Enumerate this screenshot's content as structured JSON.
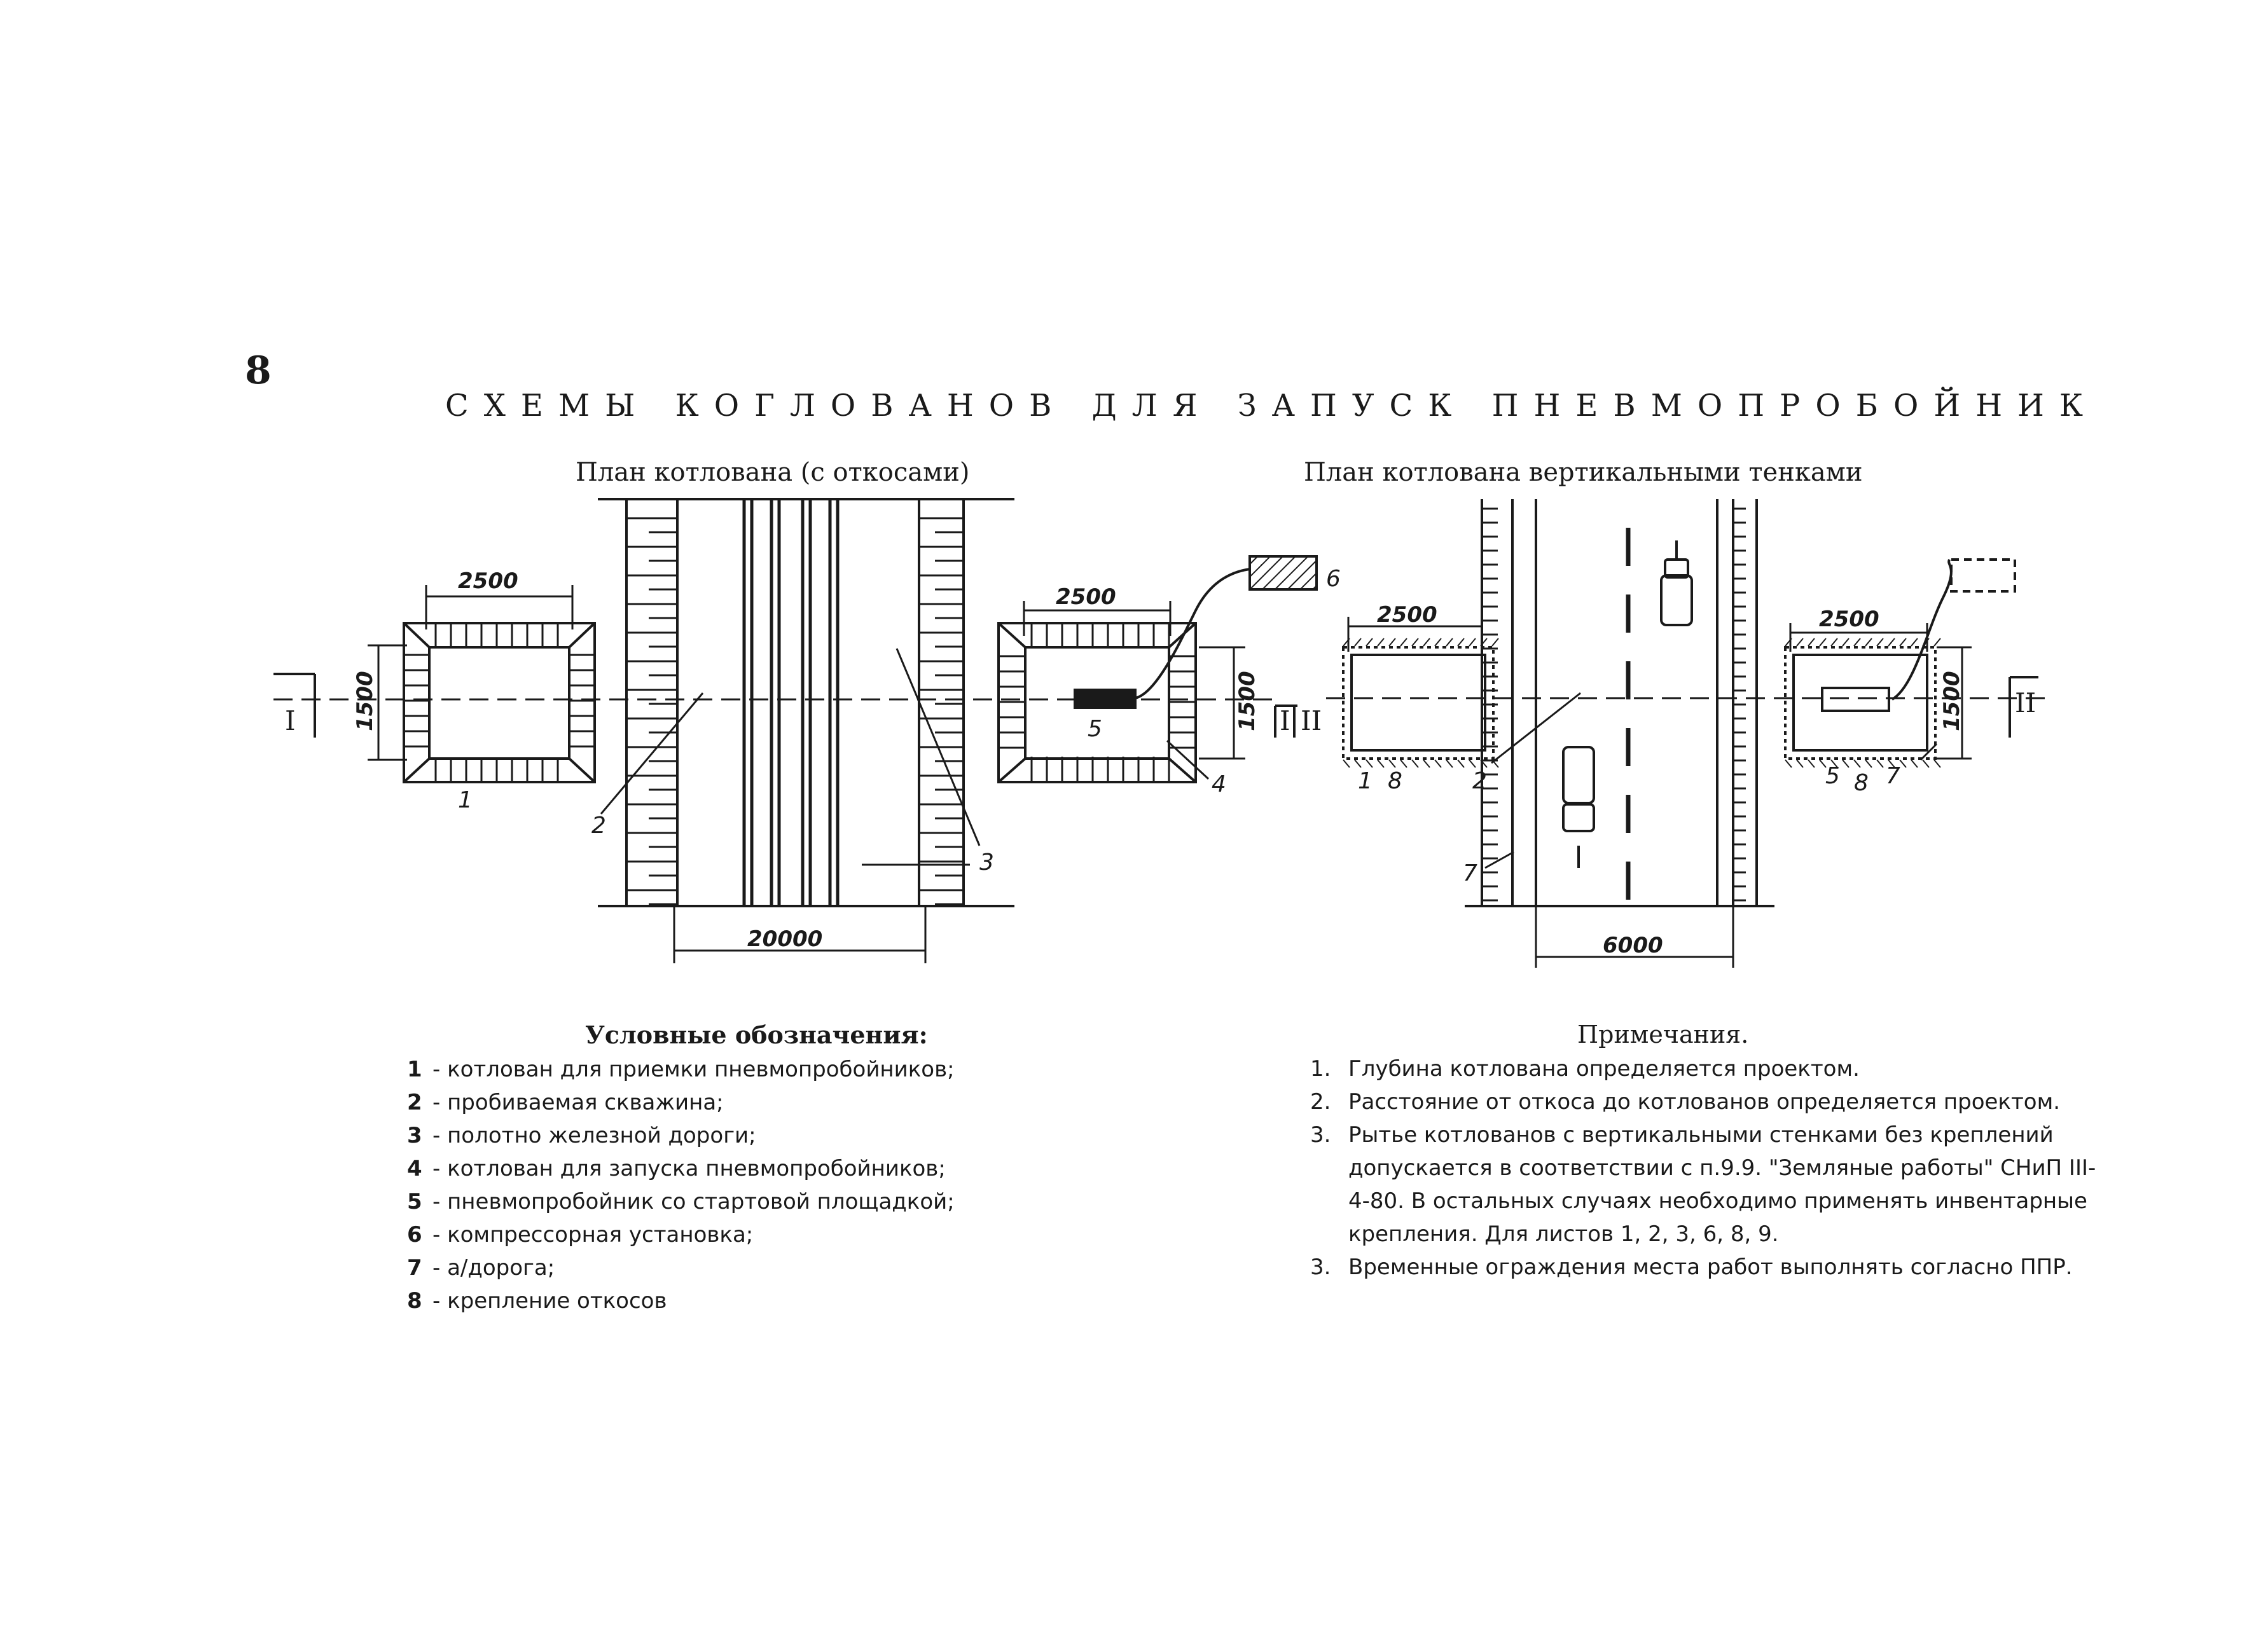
{
  "page": {
    "number": "8"
  },
  "title": "СХЕМЫ КОГЛОВАНОВ ДЛЯ ЗАПУСК ПНЕВМОПРОБОЙНИК",
  "plans": {
    "left_title": "План котлована (с откосами)",
    "right_title": "План котлована вертикальными тенками"
  },
  "dimensions": {
    "d2500": "2500",
    "d1500": "1500",
    "d20000": "20000",
    "d6000": "6000"
  },
  "section_marks": {
    "s1": "I",
    "s2": "II"
  },
  "callouts": {
    "c1": "1",
    "c2": "2",
    "c3": "3",
    "c4": "4",
    "c5": "5",
    "c6": "6",
    "c7": "7",
    "c8": "8"
  },
  "legend": {
    "title": "Условные обозначения:",
    "items": [
      {
        "num": "1",
        "text": "- котлован для приемки пневмопробойников;"
      },
      {
        "num": "2",
        "text": "- пробиваемая скважина;"
      },
      {
        "num": "3",
        "text": "- полотно железной дороги;"
      },
      {
        "num": "4",
        "text": "- котлован для запуска пневмопробойников;"
      },
      {
        "num": "5",
        "text": "- пневмопробойник со стартовой площадкой;"
      },
      {
        "num": "6",
        "text": "- компрессорная установка;"
      },
      {
        "num": "7",
        "text": "- а/дорога;"
      },
      {
        "num": "8",
        "text": "- крепление откосов"
      }
    ]
  },
  "notes": {
    "title": "Примечания.",
    "items": [
      {
        "num": "1.",
        "text": "Глубина котлована определяется проектом."
      },
      {
        "num": "2.",
        "text": "Расстояние от откоса до котлованов определяется проектом."
      },
      {
        "num": "3.",
        "text": "Рытье котлованов с вертикальными стенками без креплений допускается в соответствии с п.9.9. \"Земляные работы\" СНиП III-4-80. В остальных случаях необходимо применять инвентарные крепления. Для листов 1, 2, 3, 6, 8, 9."
      },
      {
        "num": "3.",
        "text": "Временные ограждения места работ выполнять согласно ППР."
      }
    ]
  }
}
